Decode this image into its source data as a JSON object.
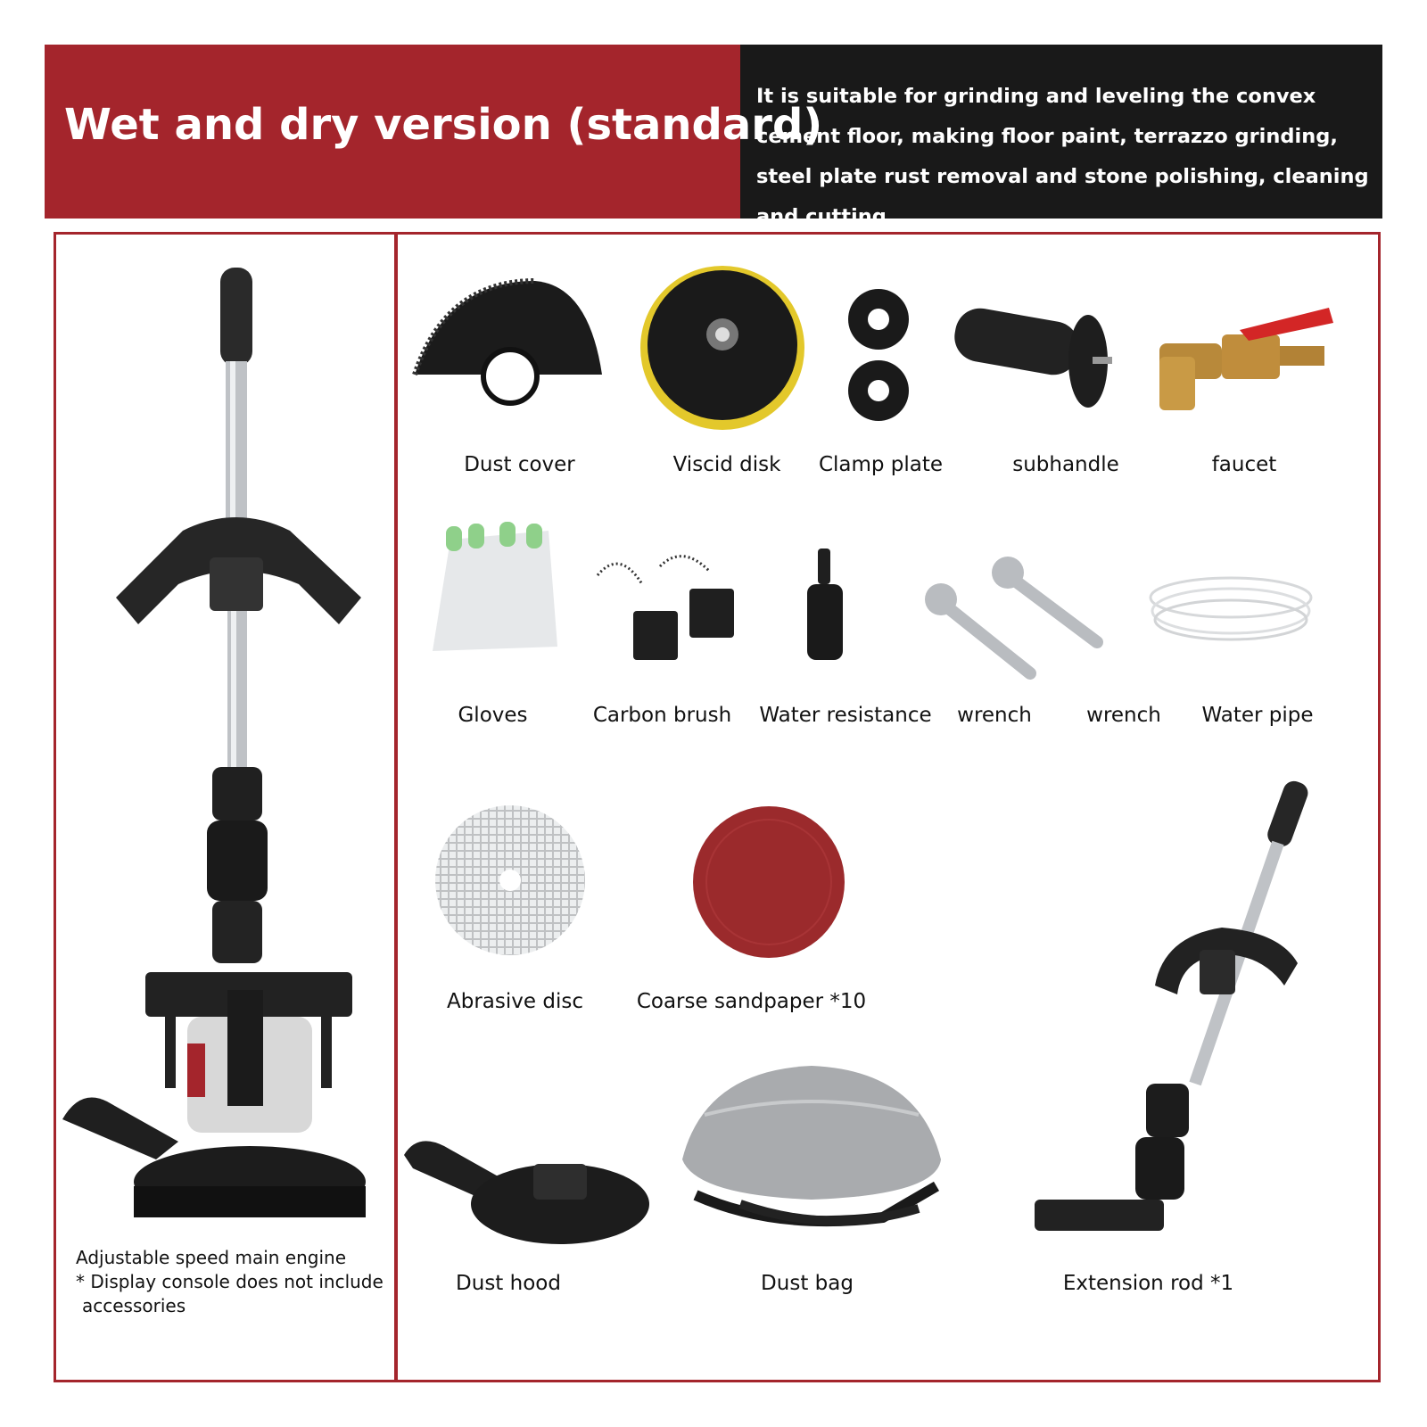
{
  "header": {
    "title": "Wet and dry version (standard)",
    "description": "It is suitable for grinding and leveling the convex cement floor, making floor paint, terrazzo grinding, steel plate rust removal and stone polishing, cleaning and cutting"
  },
  "main_engine": {
    "note_line1": "Adjustable speed main engine",
    "note_line2": "* Display console does not include",
    "note_line3": "accessories"
  },
  "accessories": {
    "row1": [
      "Dust cover",
      "Viscid disk",
      "Clamp plate",
      "subhandle",
      "faucet"
    ],
    "row2": [
      "Gloves",
      "Carbon brush",
      "Water resistance",
      "wrench",
      "wrench",
      "Water pipe"
    ],
    "row3": [
      "Abrasive disc",
      "Coarse sandpaper *10"
    ],
    "row4": [
      "Dust hood",
      "Dust bag",
      "Extension rod *1"
    ]
  },
  "colors": {
    "accent": "#a4252c",
    "dark": "#191919"
  }
}
